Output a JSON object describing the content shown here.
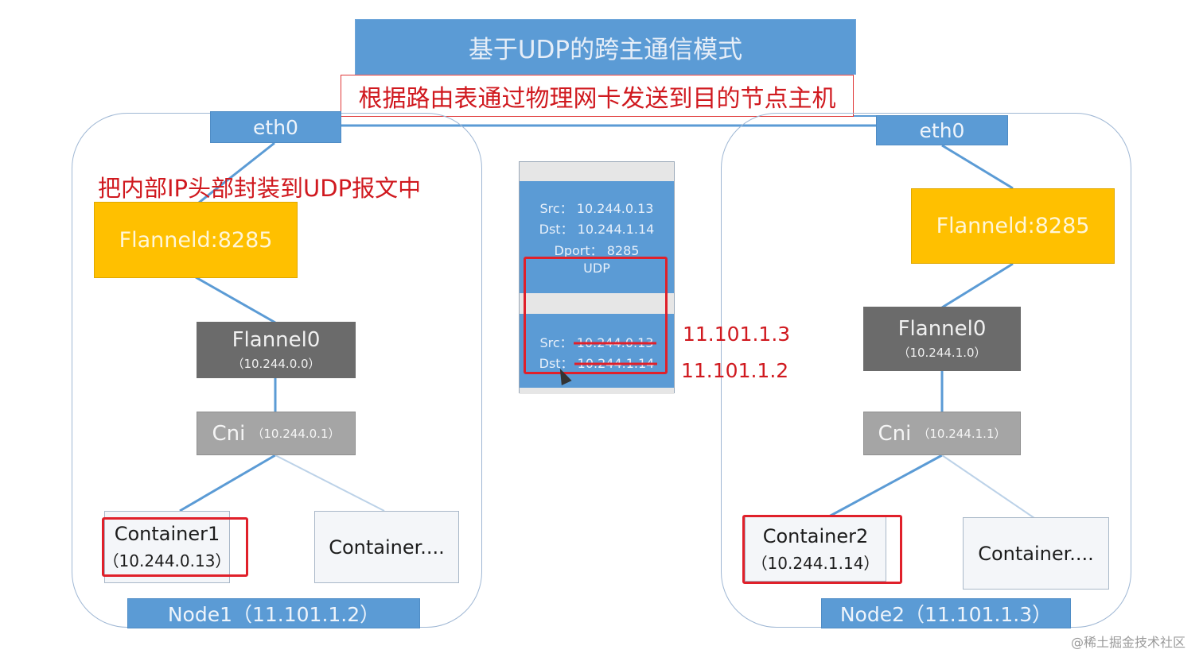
{
  "title": "基于UDP的跨主通信模式",
  "subtitle": "根据路由表通过物理网卡发送到目的节点主机",
  "encap_note": "把内部IP头部封装到UDP报文中",
  "node1": {
    "eth": "eth0",
    "flanneld": "Flanneld:8285",
    "flannel0": "Flannel0",
    "flannel0_ip": "（10.244.0.0）",
    "cni": "Cni",
    "cni_ip": "（10.244.0.1）",
    "container_a": "Container1",
    "container_a_ip": "（10.244.0.13）",
    "container_b": "Container....",
    "label": "Node1（11.101.1.2）"
  },
  "node2": {
    "eth": "eth0",
    "flanneld": "Flanneld:8285",
    "flannel0": "Flannel0",
    "flannel0_ip": "（10.244.1.0）",
    "cni": "Cni",
    "cni_ip": "（10.244.1.1）",
    "container_a": "Container2",
    "container_a_ip": "（10.244.1.14）",
    "container_b": "Container....",
    "label": "Node2（11.101.1.3）"
  },
  "packet": {
    "udp_src": "Src：  10.244.0.13",
    "udp_dst": "Dst：  10.244.1.14",
    "udp_dport": "Dport：  8285",
    "udp_label": "UDP",
    "inner_src_label": "Src：",
    "inner_src_old": "10.244.0.13",
    "inner_dst_label": "Dst：",
    "inner_dst_old": "10.244.1.14",
    "new_src": "11.101.1.3",
    "new_dst": "11.101.1.2"
  },
  "watermark": "@稀土掘金技术社区",
  "colors": {
    "blue": "#5b9bd5",
    "yellow": "#ffc000",
    "dark_gray": "#6b6b6b",
    "light_gray": "#a5a5a5",
    "red": "#e0202a"
  }
}
